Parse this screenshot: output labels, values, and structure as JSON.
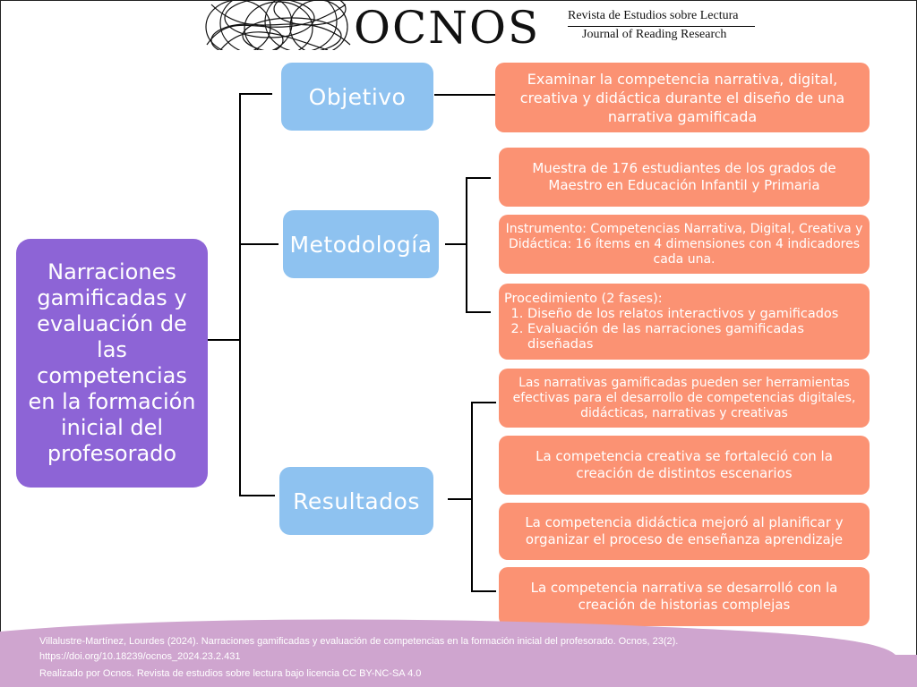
{
  "header": {
    "logo_text": "OCNOS",
    "subtitle_es": "Revista de Estudios sobre Lectura",
    "subtitle_en": "Journal of Reading Research"
  },
  "main_title": "Narraciones gamificadas y evaluación de las competencias en la formación inicial del profesorado",
  "sections": {
    "objetivo": {
      "label": "Objetivo",
      "items": [
        "Examinar la competencia narrativa, digital, creativa y didáctica durante el diseño de una narrativa gamificada"
      ]
    },
    "metodologia": {
      "label": "Metodología",
      "muestra": "Muestra de 176 estudiantes de los grados de Maestro en Educación Infantil y Primaria",
      "instrumento": "Instrumento: Competencias Narrativa, Digital, Creativa y Didáctica: 16 ítems en 4 dimensiones con 4 indicadores cada una.",
      "procedimiento_title": "Procedimiento (2 fases):",
      "procedimiento_steps": [
        "Diseño de los relatos interactivos y gamificados",
        "Evaluación de las narraciones gamificadas diseñadas"
      ]
    },
    "resultados": {
      "label": "Resultados",
      "items": [
        "Las narrativas gamificadas pueden ser herramientas efectivas para el desarrollo de competencias digitales, didácticas, narrativas y creativas",
        "La competencia creativa se fortaleció con la creación de distintos escenarios",
        "La competencia didáctica mejoró al planificar y organizar el proceso de enseñanza aprendizaje",
        "La competencia narrativa se desarrolló con la creación de historias complejas"
      ]
    }
  },
  "footer": {
    "citation": "Villalustre-Martínez, Lourdes (2024). Narraciones gamificadas y evaluación de competencias en la formación inicial del profesorado. Ocnos, 23(2).",
    "doi": "https://doi.org/10.18239/ocnos_2024.23.2.431",
    "license": "Realizado por Ocnos. Revista de estudios sobre lectura bajo licencia CC BY-NC-SA 4.0"
  },
  "colors": {
    "main_box": "#8d64d6",
    "section_box": "#8ec2f0",
    "detail_box": "#fb9273",
    "footer": "#cfa5cf"
  }
}
